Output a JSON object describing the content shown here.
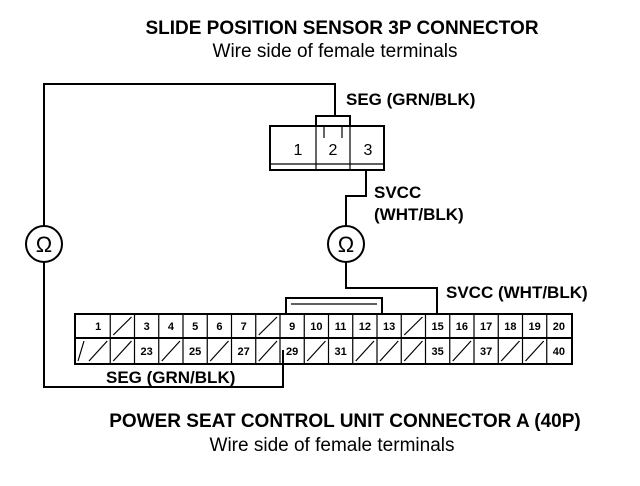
{
  "sensor_connector": {
    "title": "SLIDE POSITION SENSOR 3P CONNECTOR",
    "subtitle": "Wire side of female terminals",
    "pins": [
      "1",
      "2",
      "3"
    ]
  },
  "wire_labels": {
    "seg_top": "SEG (GRN/BLK)",
    "svcc_line1": "SVCC",
    "svcc_line2": "(WHT/BLK)",
    "svcc_unit": "SVCC (WHT/BLK)",
    "seg_bottom": "SEG (GRN/BLK)"
  },
  "meter_symbol": "Ω",
  "control_unit": {
    "title": "POWER SEAT CONTROL UNIT CONNECTOR A (40P)",
    "subtitle": "Wire side of female terminals",
    "top_row": [
      "1",
      "",
      "3",
      "4",
      "5",
      "6",
      "7",
      "",
      "9",
      "10",
      "11",
      "12",
      "13",
      "",
      "15",
      "16",
      "17",
      "18",
      "19",
      "20"
    ],
    "bottom_row": [
      "",
      "",
      "23",
      "",
      "25",
      "",
      "27",
      "",
      "29",
      "",
      "31",
      "",
      "",
      "",
      "35",
      "",
      "37",
      "",
      "",
      "40"
    ]
  }
}
